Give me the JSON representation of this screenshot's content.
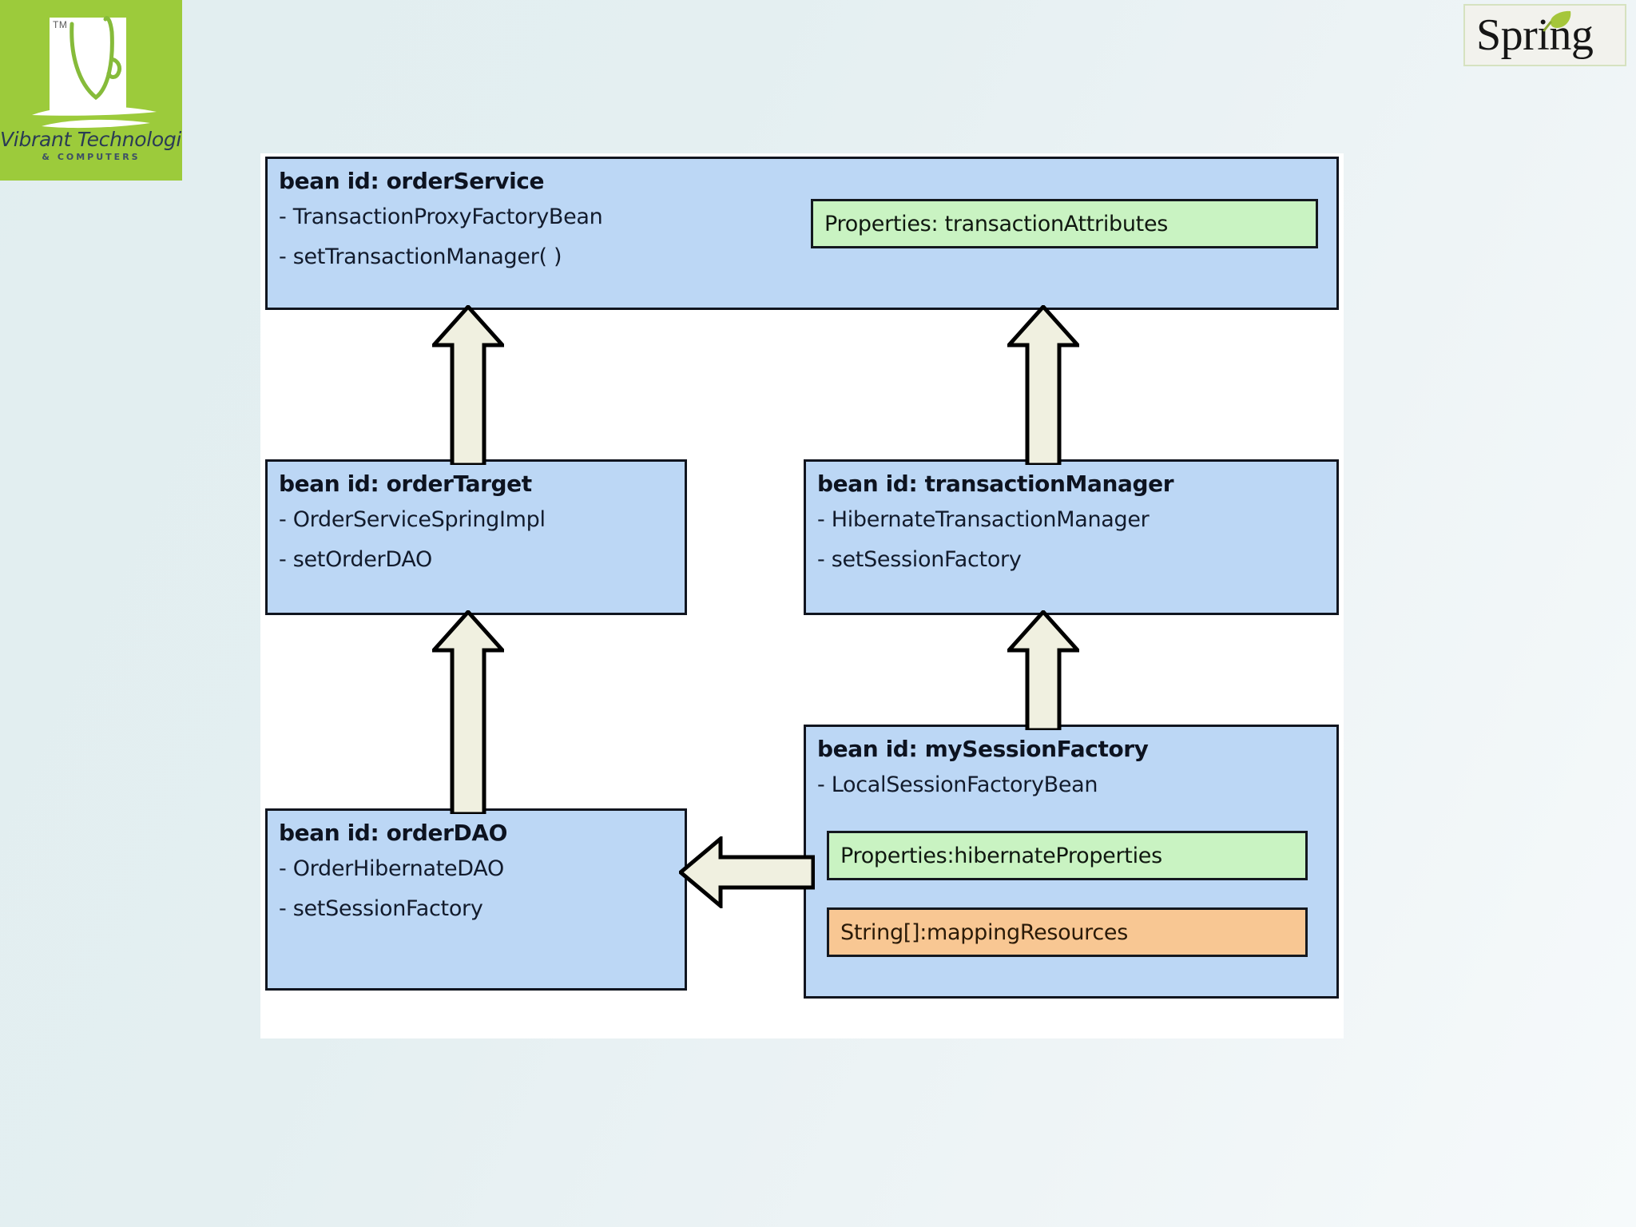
{
  "branding": {
    "vibrant": {
      "tm": "TM",
      "name": "Vibrant Technologie",
      "subtitle": "& COMPUTERS",
      "bg_color": "#9ccb3b"
    },
    "spring": {
      "word": "Spring",
      "leaf_color": "#a5c63b"
    }
  },
  "diagram": {
    "type": "spring-bean-dependency-diagram",
    "node_fill": "#bcd7f5",
    "property_green": "#c9f3c2",
    "property_orange": "#f8c793",
    "arrow_fill": "#f0f0e0",
    "nodes": [
      {
        "id": "orderService",
        "title": "bean id: orderService",
        "lines": [
          "- TransactionProxyFactoryBean",
          "- setTransactionManager( )"
        ],
        "properties": [
          {
            "label": "Properties: transactionAttributes",
            "kind": "green"
          }
        ]
      },
      {
        "id": "orderTarget",
        "title": "bean id: orderTarget",
        "lines": [
          "- OrderServiceSpringImpl",
          "- setOrderDAO"
        ],
        "properties": []
      },
      {
        "id": "transactionManager",
        "title": "bean id: transactionManager",
        "lines": [
          "- HibernateTransactionManager",
          "- setSessionFactory"
        ],
        "properties": []
      },
      {
        "id": "orderDAO",
        "title": "bean id: orderDAO",
        "lines": [
          "- OrderHibernateDAO",
          "- setSessionFactory"
        ],
        "properties": []
      },
      {
        "id": "mySessionFactory",
        "title": "bean id: mySessionFactory",
        "lines": [
          "- LocalSessionFactoryBean"
        ],
        "properties": [
          {
            "label": "Properties:hibernateProperties",
            "kind": "green"
          },
          {
            "label": "String[]:mappingResources",
            "kind": "orange"
          }
        ]
      }
    ],
    "arrows": [
      {
        "from": "orderTarget",
        "to": "orderService",
        "direction": "up"
      },
      {
        "from": "transactionManager",
        "to": "orderService",
        "direction": "up"
      },
      {
        "from": "orderDAO",
        "to": "orderTarget",
        "direction": "up"
      },
      {
        "from": "mySessionFactory",
        "to": "transactionManager",
        "direction": "up"
      },
      {
        "from": "mySessionFactory",
        "to": "orderDAO",
        "direction": "left"
      }
    ]
  }
}
